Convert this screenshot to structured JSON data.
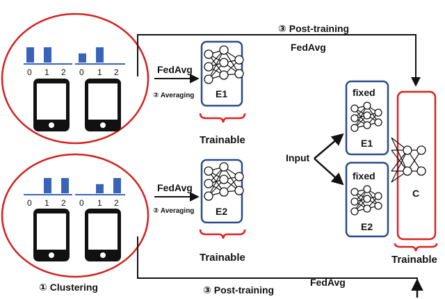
{
  "clusters": [
    {
      "histograms": [
        {
          "categories": [
            "0",
            "1",
            "2"
          ],
          "values": [
            1,
            1,
            0
          ]
        },
        {
          "categories": [
            "0",
            "1",
            "2"
          ],
          "values": [
            0.6,
            1,
            0
          ]
        }
      ]
    },
    {
      "histograms": [
        {
          "categories": [
            "0",
            "1",
            "2"
          ],
          "values": [
            0,
            1,
            1
          ]
        },
        {
          "categories": [
            "0",
            "1",
            "2"
          ],
          "values": [
            0,
            0.6,
            1
          ]
        }
      ]
    }
  ],
  "labels": {
    "clustering": "① Clustering",
    "fedavg": "FedAvg",
    "averaging": "② Averaging",
    "post_training": "③ Post-training",
    "trainable": "Trainable",
    "input": "Input",
    "fixed": "fixed",
    "e1": "E1",
    "e2": "E2",
    "c": "C"
  },
  "colors": {
    "cluster_ring": "#d42020",
    "bars": "#3a63b8",
    "encoder_border": "#2b4a8a",
    "classifier_border": "#e01e1e",
    "brace": "#e01e1e",
    "lines": "#111111"
  }
}
